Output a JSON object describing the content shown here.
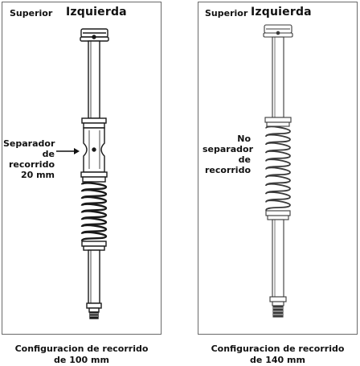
{
  "left": {
    "position_label": "Superior",
    "side_label": "Izquierda",
    "note_lines": [
      "Separador",
      "de",
      "recorrido",
      "20 mm"
    ],
    "caption_lines": [
      "Configuracion de recorrido",
      "de 100 mm"
    ]
  },
  "right": {
    "position_label": "Superior",
    "side_label": "Izquierda",
    "note_lines": [
      "No",
      "separador",
      "de",
      "recorrido"
    ],
    "caption_lines": [
      "Configuracion de recorrido",
      "de 140 mm"
    ]
  },
  "colors": {
    "stroke": "#1a1a1a",
    "right_stroke": "#3a3a3a",
    "border": "#6a6a6a"
  }
}
